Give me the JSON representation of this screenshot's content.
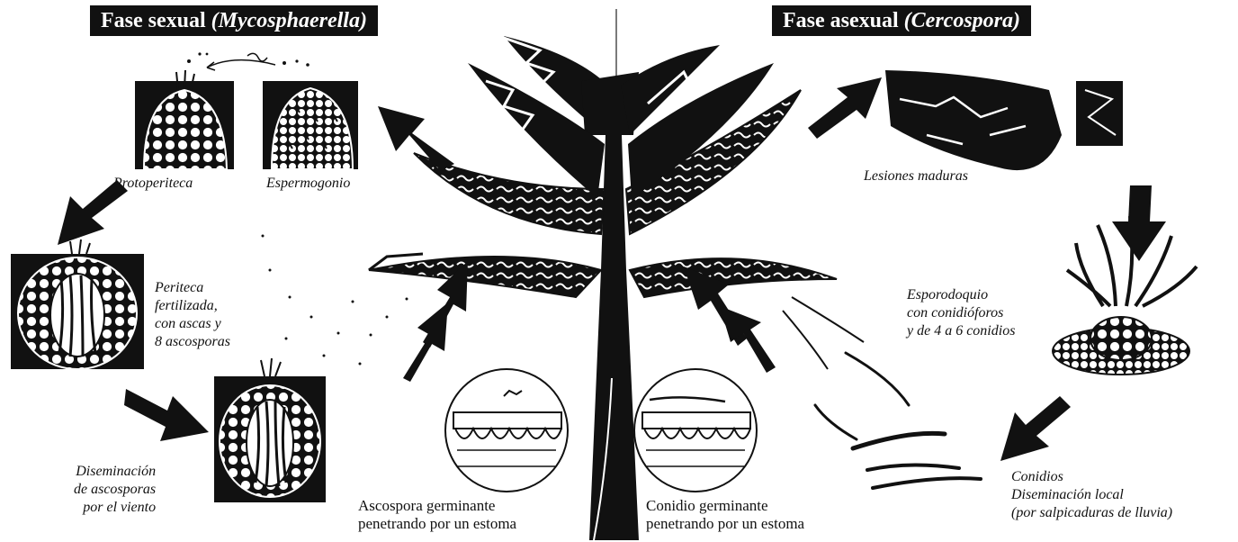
{
  "sexual_phase": {
    "title": "Fase sexual",
    "genus": "(Mycosphaerella)",
    "labels": {
      "protoperiteca": "Protoperiteca",
      "espermogonio": "Espermogonio",
      "periteca": "Periteca\nfertilizada,\ncon ascas y\n8 ascosporas",
      "diseminacion": "Diseminación\nde ascosporas\npor el viento",
      "ascospora_germinante": "Ascospora germinante\npenetrando por un estoma"
    }
  },
  "asexual_phase": {
    "title": "Fase asexual",
    "genus": "(Cercospora)",
    "labels": {
      "lesiones": "Lesiones maduras",
      "esporodoquio": "Esporodoquio\ncon conidióforos\ny de 4 a 6 conidios",
      "conidios": "Conidios\nDiseminación local\n(por salpicaduras de lluvia)",
      "conidio_germinante": "Conidio germinante\npenetrando por un estoma"
    }
  }
}
